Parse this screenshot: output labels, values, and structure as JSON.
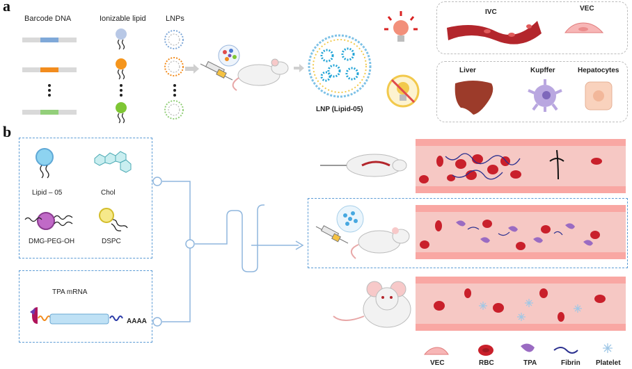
{
  "panel_a": {
    "letter": "a",
    "col_barcode": "Barcode DNA",
    "col_lipid": "Ionizable lipid",
    "col_lnps": "LNPs",
    "lnp_label": "LNP (Lipid-05)",
    "tissues": {
      "ivc": "IVC",
      "vec": "VEC",
      "liver": "Liver",
      "kupffer": "Kupffer",
      "hepatocytes": "Hepatocytes"
    },
    "colors": {
      "barcode": [
        "#7fa8d8",
        "#f28c1e",
        "#93cf7a"
      ],
      "lipid": [
        "#b8c8e6",
        "#f5951c",
        "#7ec634"
      ]
    }
  },
  "panel_b": {
    "letter": "b",
    "components": [
      "Lipid – 05",
      "Chol",
      "DMG-PEG-OH",
      "DSPC"
    ],
    "mrna_label": "TPA mRNA",
    "polya": "AAAA"
  },
  "legend": [
    "VEC",
    "RBC",
    "TPA",
    "Fibrin",
    "Platelet"
  ]
}
